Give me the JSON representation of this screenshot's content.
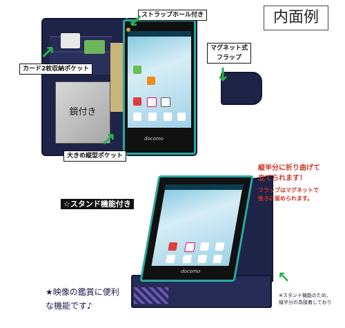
{
  "title": "内面例",
  "labels": {
    "strap": "ストラップホール付き",
    "magnet": "マグネット式\nフラップ",
    "card": "カード2枚収納ポケット",
    "mirror": "鏡付き",
    "pocket": "大きめ縦型ポケット",
    "stand": "☆スタンド機能付き"
  },
  "phone": {
    "carrier": "docomo"
  },
  "captions": {
    "fold_line1": "縦半分に折り曲げて",
    "fold_line2": "立てられます！",
    "flap_line1": "フラップはマグネットで",
    "flap_line2": "後ろに留められます。",
    "movie_line1": "★映像の鑑賞に便利",
    "movie_line2": "な機能です♪",
    "stand_note_line1": "※スタンド機能のため、",
    "stand_note_line2": "縦半分の為接着しており"
  },
  "colors": {
    "case_navy": "#1e2447",
    "accent_red": "#cc3322",
    "arrow_green": "#27b24a",
    "frame_teal": "#2aa9a0"
  },
  "icons": [
    "strap-hole-icon",
    "arrow-icon",
    "app-icons"
  ]
}
